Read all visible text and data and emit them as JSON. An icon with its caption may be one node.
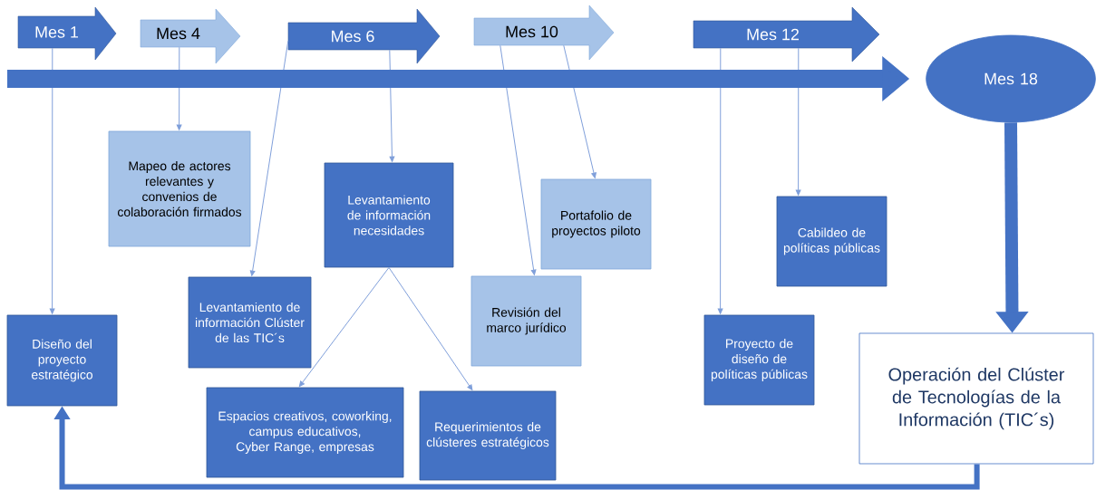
{
  "diagram": {
    "nodes": [
      {
        "text": [
          "Mes 1"
        ]
      },
      {
        "text": [
          "Mes 4"
        ]
      },
      {
        "text": [
          "Mes 6"
        ]
      },
      {
        "text": [
          "Mes 10"
        ]
      },
      {
        "text": [
          "Mes 12"
        ]
      },
      {
        "text": [
          "Mes 18"
        ]
      },
      {
        "text": [
          "Mapeo de actores relevantes y convenios de colaboración firmados"
        ]
      },
      {
        "text": [
          "Levantamiento de información necesidades"
        ]
      },
      {
        "text": [
          "Portafolio de proyectos piloto"
        ]
      },
      {
        "text": [
          "Cabildeo de políticas públicas"
        ]
      },
      {
        "text": [
          "Levantamiento de información Clúster de las TIC´s"
        ]
      },
      {
        "text": [
          "Revisión del marco jurídico"
        ]
      },
      {
        "text": [
          "Diseño del proyecto estratégico"
        ]
      },
      {
        "text": [
          "Proyecto de diseño de políticas públicas"
        ]
      },
      {
        "text": [
          "Operación del Clúster de Tecnologías de la Información (TIC´s)"
        ]
      },
      {
        "text": [
          "Espacios creativos, coworking, campus educativos, Cyber Range, empresas"
        ]
      },
      {
        "text": [
          "Requerimientos de clústeres estratégicos"
        ]
      }
    ],
    "edges": [
      {
        "from": 0,
        "to": 12,
        "arrow": "to"
      },
      {
        "from": 1,
        "to": 6,
        "arrow": "to"
      },
      {
        "from": 2,
        "to": 10,
        "arrow": "to"
      },
      {
        "from": 2,
        "to": 7,
        "arrow": "to"
      },
      {
        "from": 3,
        "to": 11,
        "arrow": "to"
      },
      {
        "from": 3,
        "to": 8,
        "arrow": "to"
      },
      {
        "from": 4,
        "to": 13,
        "arrow": "to"
      },
      {
        "from": 4,
        "to": 9,
        "arrow": "to"
      },
      {
        "from": 7,
        "to": 15,
        "arrow": "to"
      },
      {
        "from": 7,
        "to": 16,
        "arrow": "to"
      },
      {
        "from": null,
        "to": 5,
        "arrow": "to",
        "style": "thick",
        "color": "#4472c4"
      },
      {
        "from": 5,
        "to": 14,
        "arrow": "to",
        "style": "thick",
        "color": "#4472c4"
      },
      {
        "from": 14,
        "to": 12,
        "arrow": "to",
        "style": "thick",
        "color": "#4472c4"
      }
    ]
  }
}
